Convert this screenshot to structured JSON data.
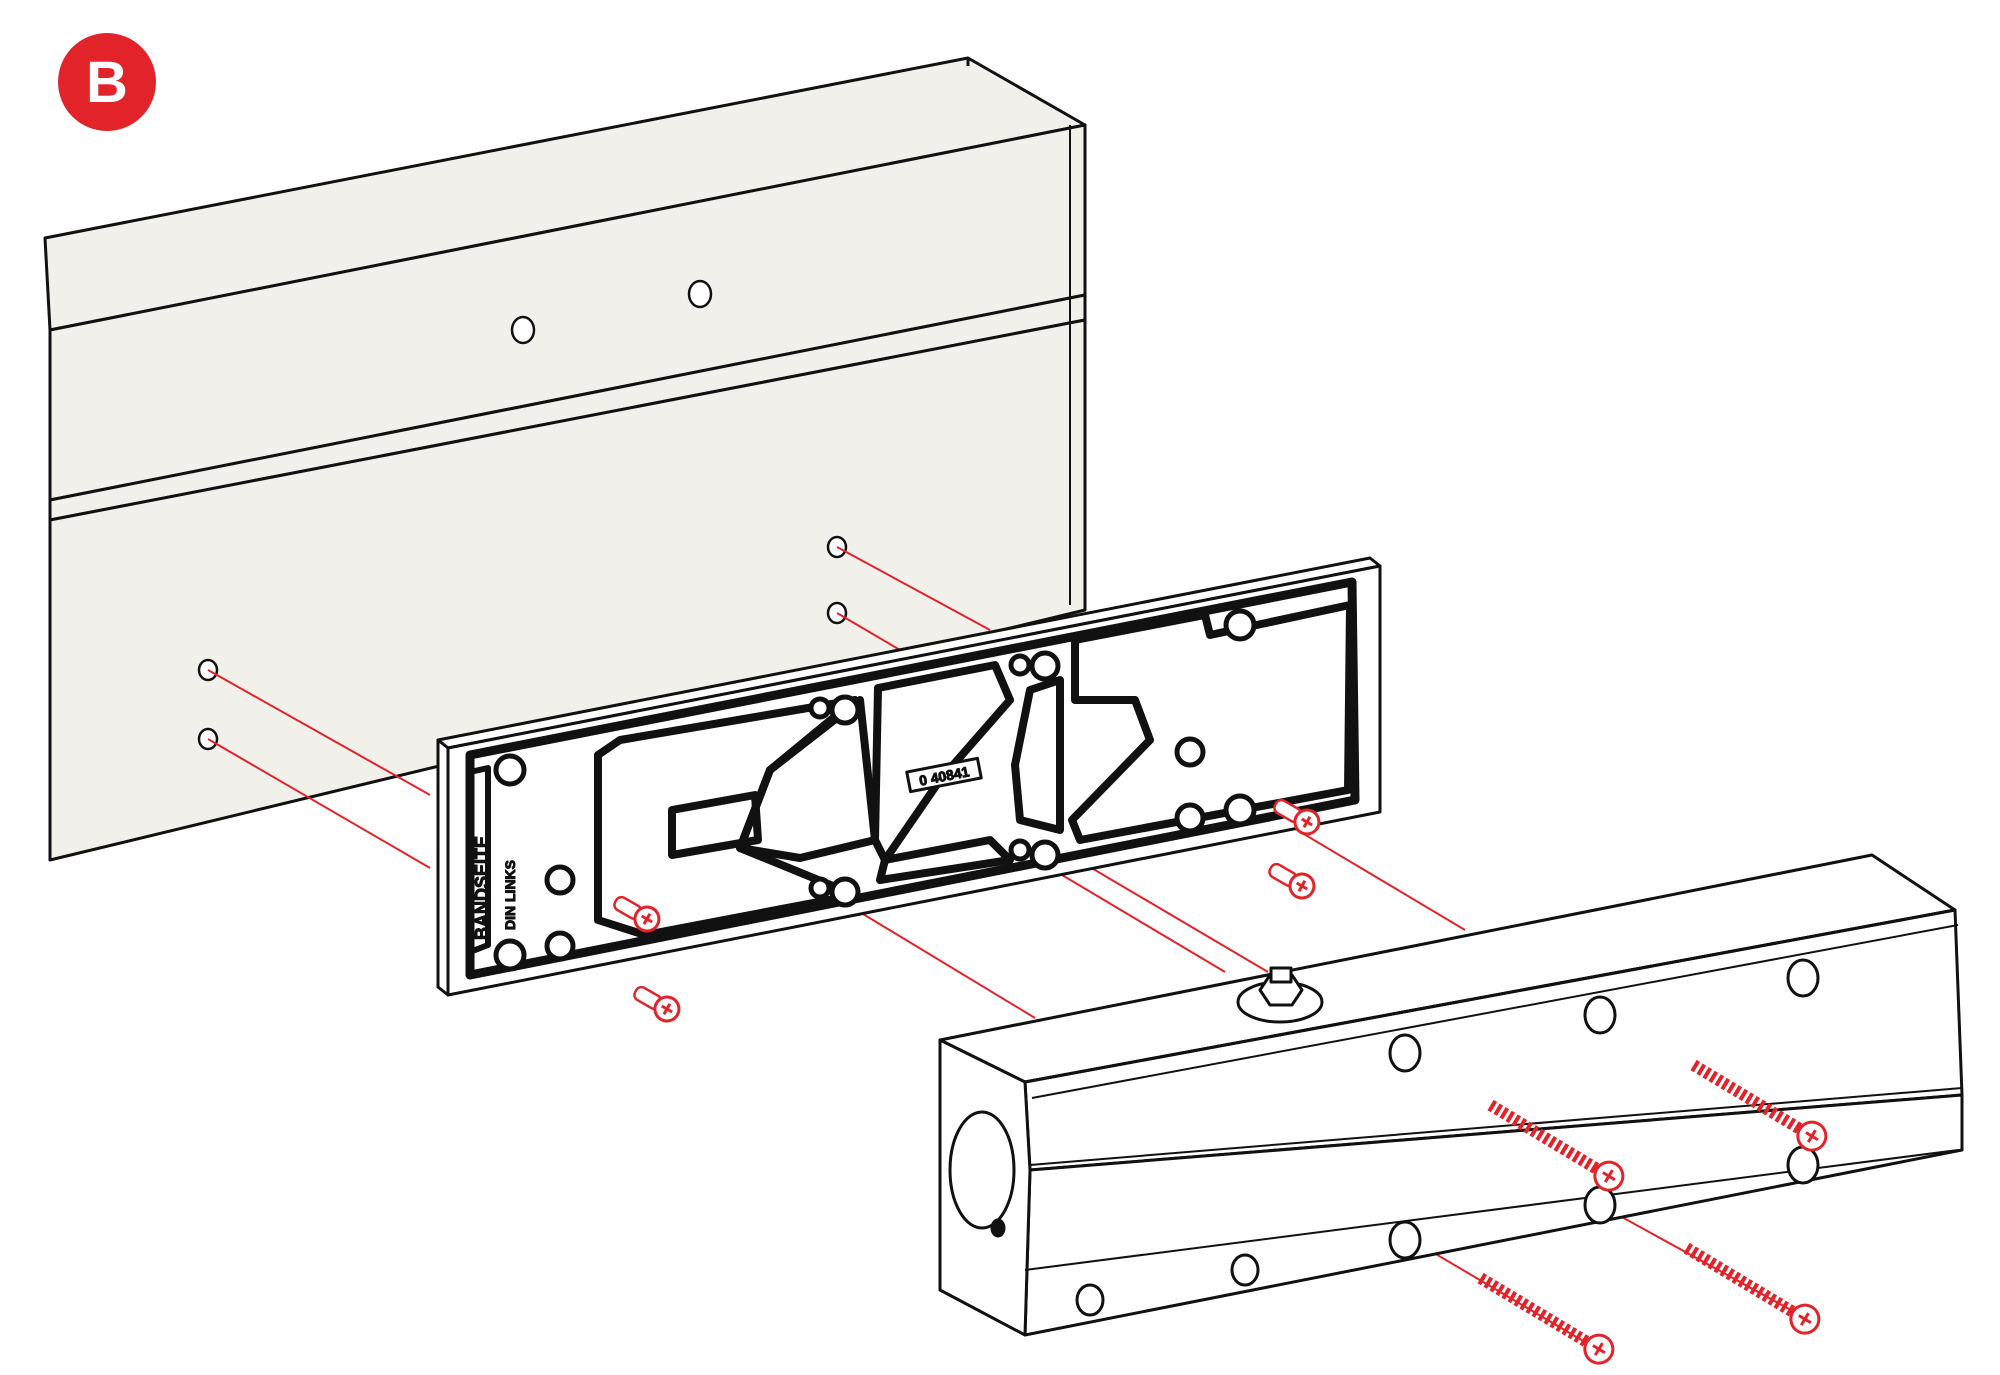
{
  "step": {
    "label": "B"
  },
  "plate": {
    "marking_side": "BANDSEITE",
    "marking_din": "DIN LINKS",
    "part_number": "0 40841"
  },
  "colors": {
    "accent_red": "#e2232a",
    "frame_fill": "#f2f0ea",
    "outline": "#111111",
    "white": "#ffffff"
  },
  "icons": {
    "screw": "phillips-screw-icon",
    "hole": "drill-hole-icon"
  }
}
